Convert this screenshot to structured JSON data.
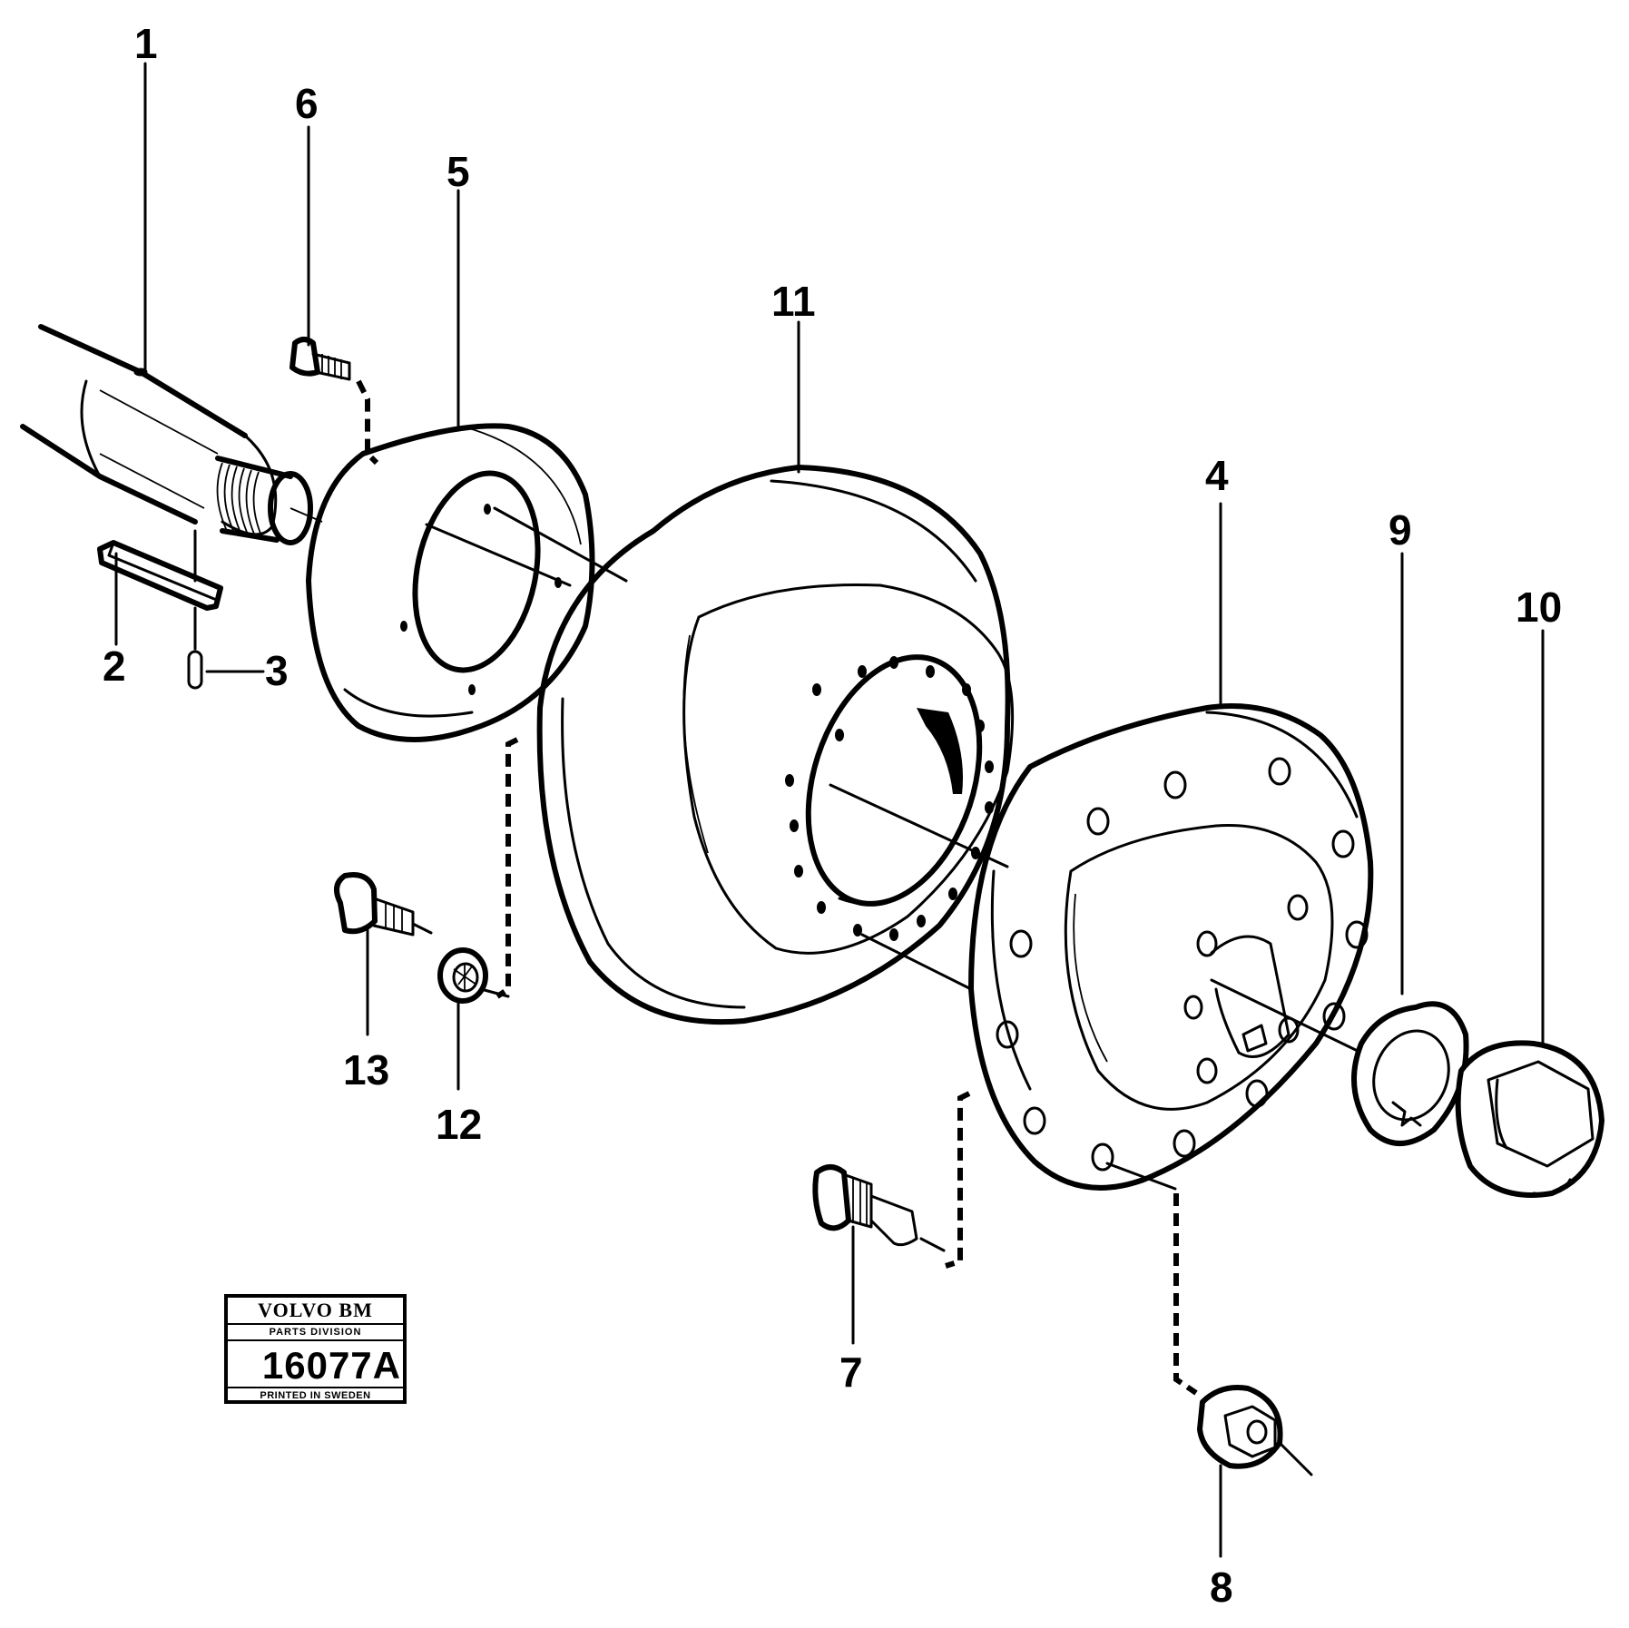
{
  "callouts": [
    {
      "id": "1",
      "label": "1"
    },
    {
      "id": "2",
      "label": "2"
    },
    {
      "id": "3",
      "label": "3"
    },
    {
      "id": "4",
      "label": "4"
    },
    {
      "id": "5",
      "label": "5"
    },
    {
      "id": "6",
      "label": "6"
    },
    {
      "id": "7",
      "label": "7"
    },
    {
      "id": "8",
      "label": "8"
    },
    {
      "id": "9",
      "label": "9"
    },
    {
      "id": "10",
      "label": "10"
    },
    {
      "id": "11",
      "label": "11"
    },
    {
      "id": "12",
      "label": "12"
    },
    {
      "id": "13",
      "label": "13"
    }
  ],
  "stamp": {
    "brand": "VOLVO BM",
    "division": "PARTS DIVISION",
    "code": "16077A",
    "printed": "PRINTED IN SWEDEN"
  }
}
